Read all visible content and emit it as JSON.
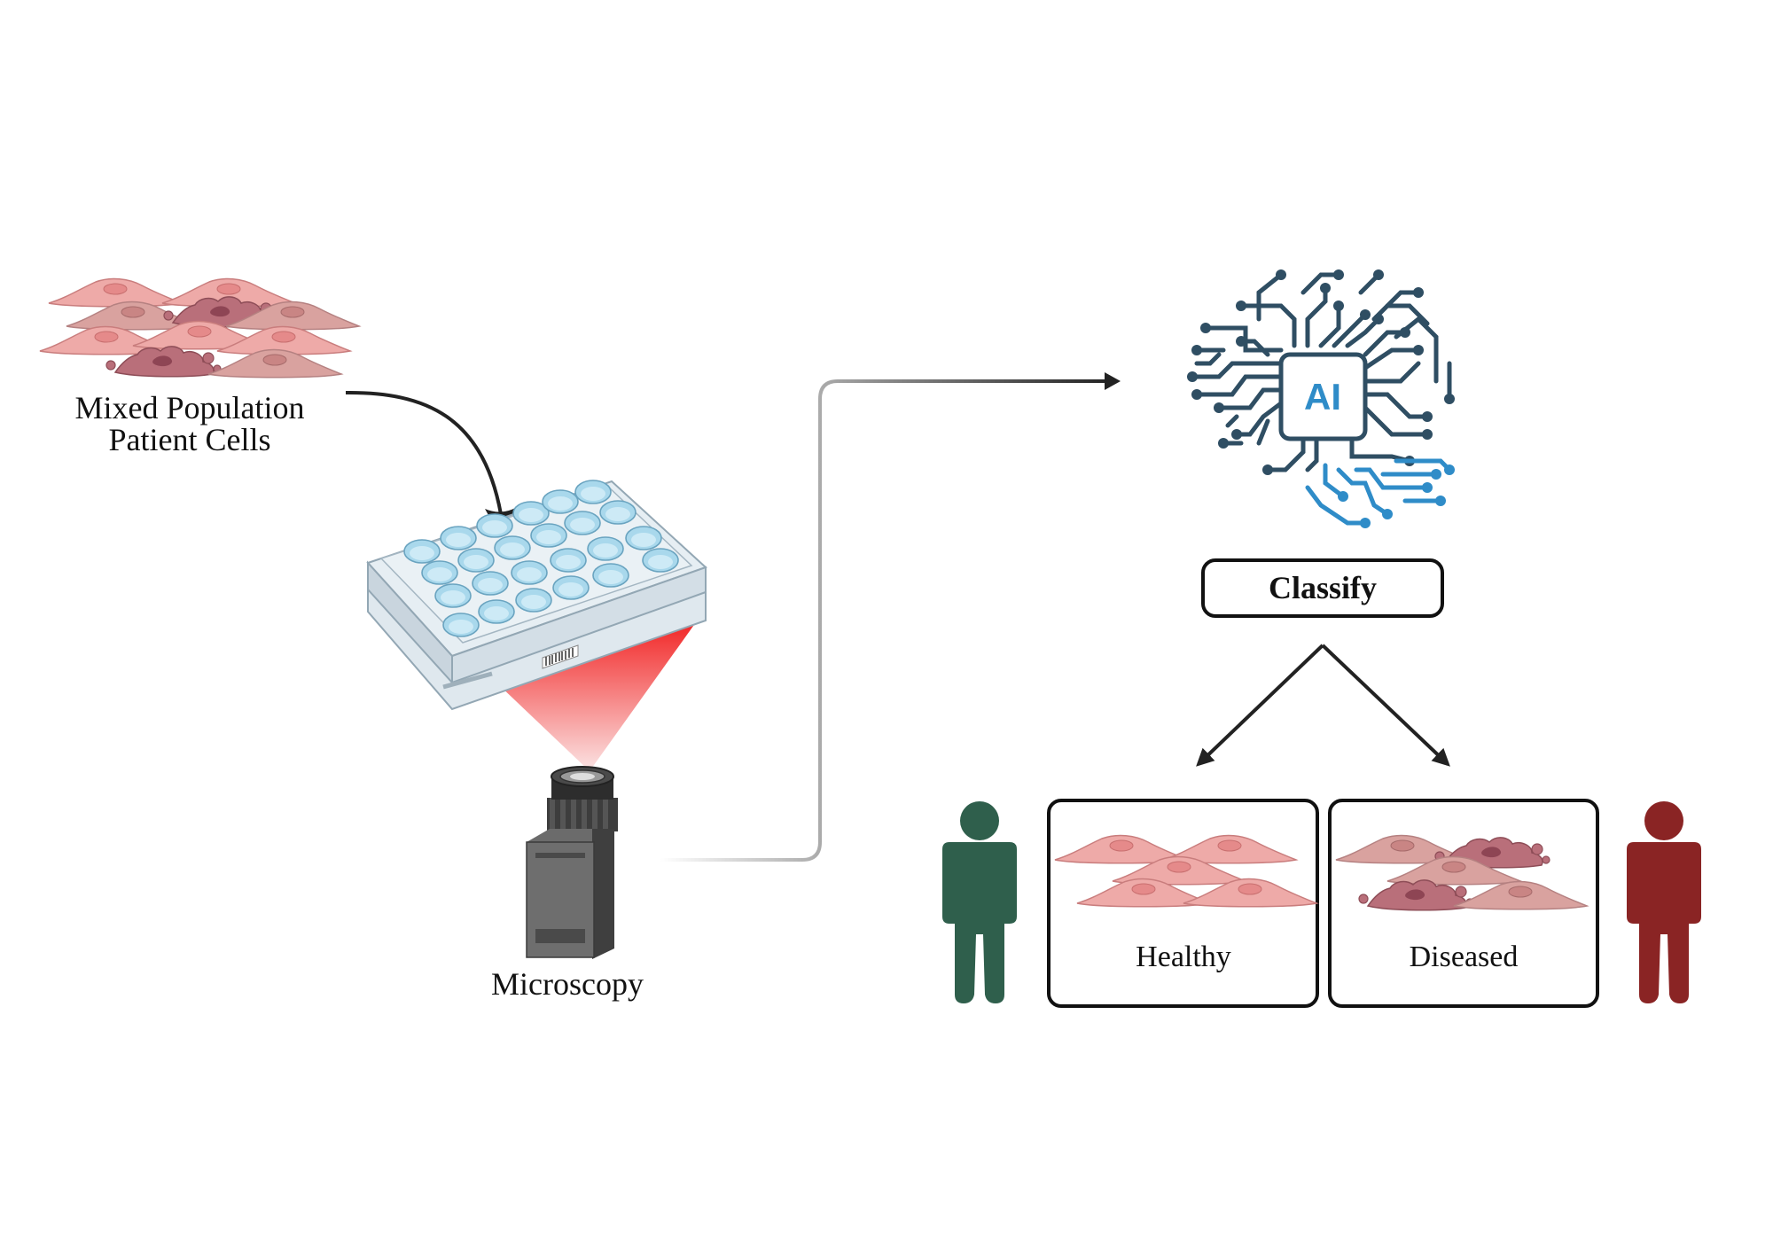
{
  "source": {
    "label_line1": "Mixed Population",
    "label_line2": "Patient Cells"
  },
  "microscopy": {
    "label": "Microscopy"
  },
  "ai": {
    "chip_text": "AI",
    "classify_label": "Classify"
  },
  "outcomes": {
    "healthy_label": "Healthy",
    "diseased_label": "Diseased"
  },
  "colors": {
    "healthy_person": "#2f5f4c",
    "diseased_person": "#8a2424",
    "cell_healthy": "#eeaaa8",
    "cell_diseased": "#b96f7a",
    "laser": "#f11e1e",
    "circuit_dark": "#2f4e63",
    "circuit_light": "#2f8cc8"
  }
}
